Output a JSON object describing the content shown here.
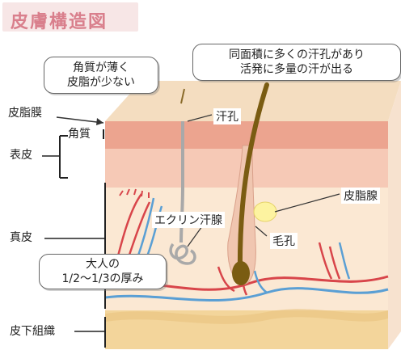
{
  "title": "皮膚構造図",
  "callouts": {
    "thin_stratum": [
      "角質が薄く",
      "皮脂が少ない"
    ],
    "many_pores": [
      "同面積に多くの汗孔があり",
      "活発に多量の汗が出る"
    ],
    "dermis_thickness": [
      "大人の",
      "1/2～1/3の厚み"
    ]
  },
  "labels": {
    "sebaceous_membrane": "皮脂膜",
    "stratum_corneum": "角質",
    "epidermis": "表皮",
    "dermis": "真皮",
    "subcutaneous": "皮下組織",
    "sweat_pore": "汗孔",
    "eccrine_gland": "エクリン汗腺",
    "sebaceous_gland": "皮脂腺",
    "hair_pore": "毛孔"
  },
  "colors": {
    "title": "#d97f8c",
    "surface": "#f4ddc0",
    "epidermis_top": "#eca48f",
    "epidermis": "#f6c9b6",
    "dermis": "#fbe8d3",
    "subcutaneous": "#f3d59b",
    "artery": "#d8454a",
    "vein": "#5a9fd4",
    "hair": "#7a5c12",
    "sebaceous_gland": "#fdf3a0"
  }
}
